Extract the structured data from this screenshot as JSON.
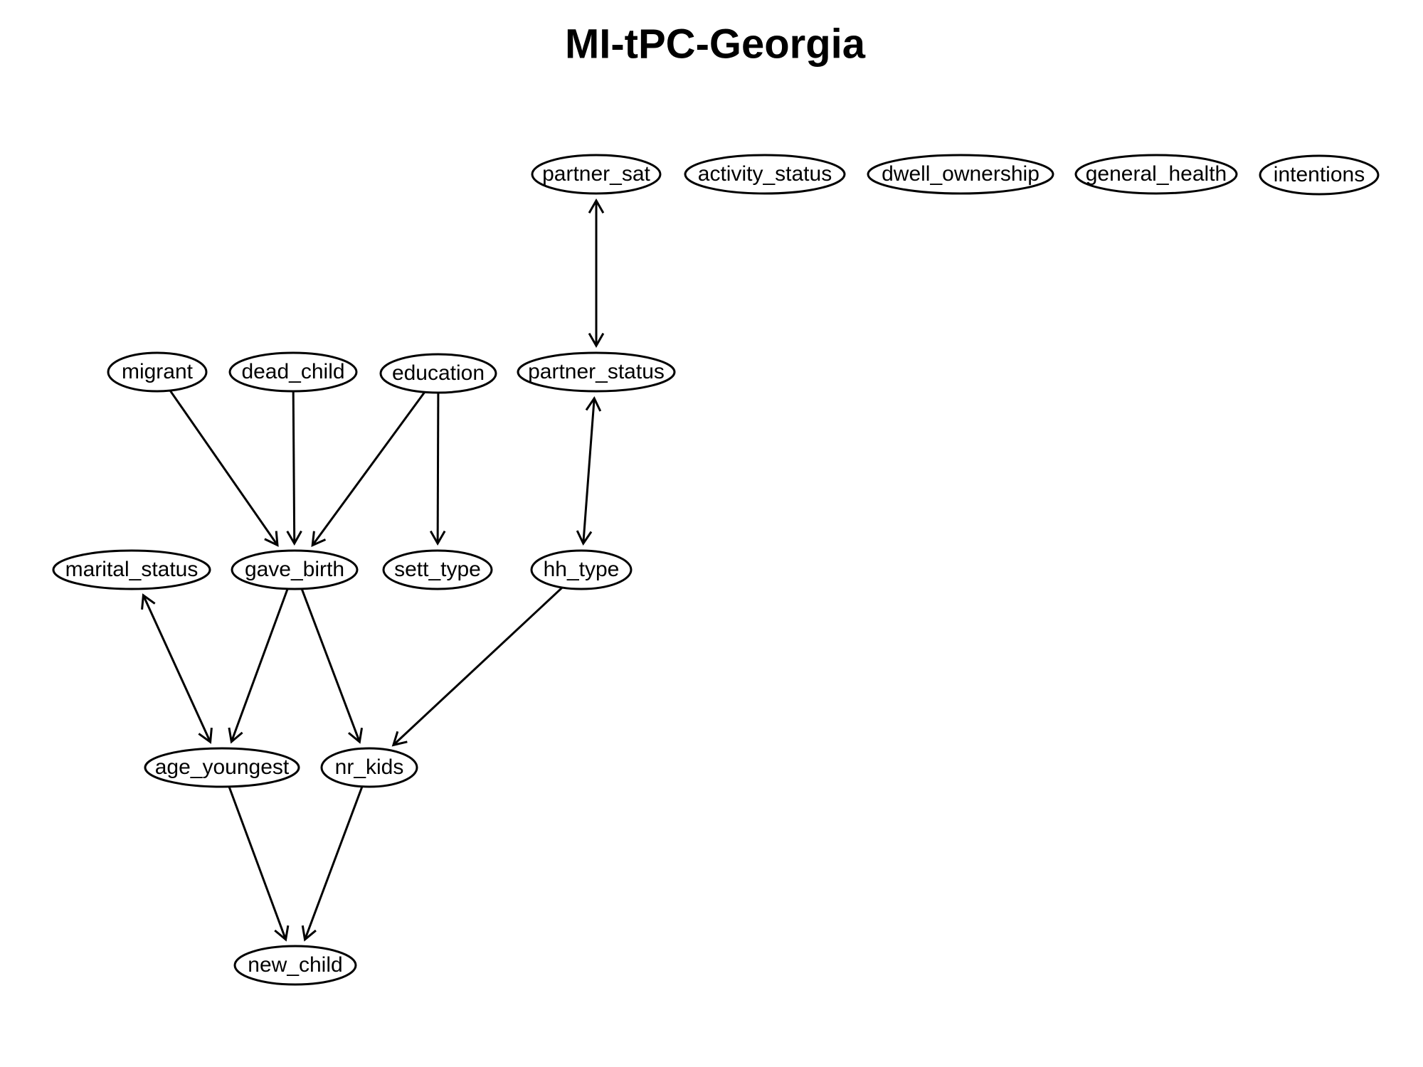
{
  "title": "MI-tPC-Georgia",
  "colors": {
    "background": "#ffffff",
    "stroke": "#000000",
    "text": "#000000"
  },
  "nodes": [
    {
      "id": "partner_sat",
      "label": "partner_sat"
    },
    {
      "id": "activity_status",
      "label": "activity_status"
    },
    {
      "id": "dwell_ownership",
      "label": "dwell_ownership"
    },
    {
      "id": "general_health",
      "label": "general_health"
    },
    {
      "id": "intentions",
      "label": "intentions"
    },
    {
      "id": "migrant",
      "label": "migrant"
    },
    {
      "id": "dead_child",
      "label": "dead_child"
    },
    {
      "id": "education",
      "label": "education"
    },
    {
      "id": "partner_status",
      "label": "partner_status"
    },
    {
      "id": "marital_status",
      "label": "marital_status"
    },
    {
      "id": "gave_birth",
      "label": "gave_birth"
    },
    {
      "id": "sett_type",
      "label": "sett_type"
    },
    {
      "id": "hh_type",
      "label": "hh_type"
    },
    {
      "id": "age_youngest",
      "label": "age_youngest"
    },
    {
      "id": "nr_kids",
      "label": "nr_kids"
    },
    {
      "id": "new_child",
      "label": "new_child"
    }
  ],
  "edges": [
    {
      "from": "partner_sat",
      "to": "partner_status",
      "bidirectional": true
    },
    {
      "from": "partner_status",
      "to": "hh_type",
      "bidirectional": true
    },
    {
      "from": "migrant",
      "to": "gave_birth",
      "bidirectional": false
    },
    {
      "from": "dead_child",
      "to": "gave_birth",
      "bidirectional": false
    },
    {
      "from": "education",
      "to": "gave_birth",
      "bidirectional": false
    },
    {
      "from": "education",
      "to": "sett_type",
      "bidirectional": false
    },
    {
      "from": "marital_status",
      "to": "age_youngest",
      "bidirectional": true
    },
    {
      "from": "gave_birth",
      "to": "age_youngest",
      "bidirectional": false
    },
    {
      "from": "gave_birth",
      "to": "nr_kids",
      "bidirectional": false
    },
    {
      "from": "hh_type",
      "to": "nr_kids",
      "bidirectional": false
    },
    {
      "from": "age_youngest",
      "to": "new_child",
      "bidirectional": false
    },
    {
      "from": "nr_kids",
      "to": "new_child",
      "bidirectional": false
    }
  ]
}
